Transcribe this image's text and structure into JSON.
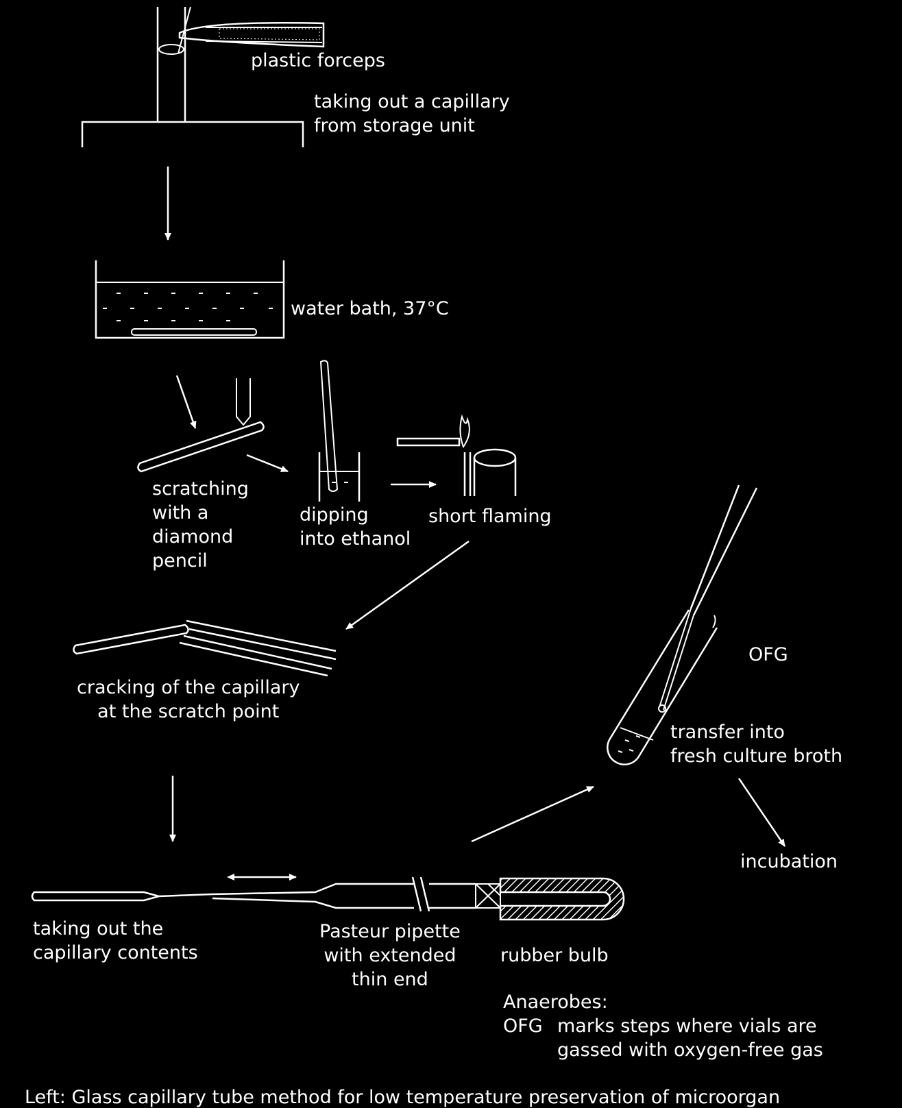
{
  "labels": {
    "forceps": "plastic forceps",
    "storage": "taking out a capillary\nfrom storage unit",
    "water_bath": "water bath, 37°C",
    "scratching": "scratching\nwith a\ndiamond\npencil",
    "dipping": "dipping\ninto ethanol",
    "flaming": "short flaming",
    "cracking": "cracking of the capillary\nat the scratch point",
    "ofg": "OFG",
    "transfer": "transfer into\nfresh culture broth",
    "incubation": "incubation",
    "taking_contents": "taking out the\ncapillary contents",
    "pasteur": "Pasteur pipette\nwith extended\nthin end",
    "rubber_bulb": "rubber bulb"
  },
  "legend": {
    "heading": "Anaerobes:",
    "key": "OFG",
    "text": "marks steps where vials are\ngassed with oxygen-free gas"
  },
  "caption": "Left: Glass capillary tube method for low temperature preservation of microorgan"
}
